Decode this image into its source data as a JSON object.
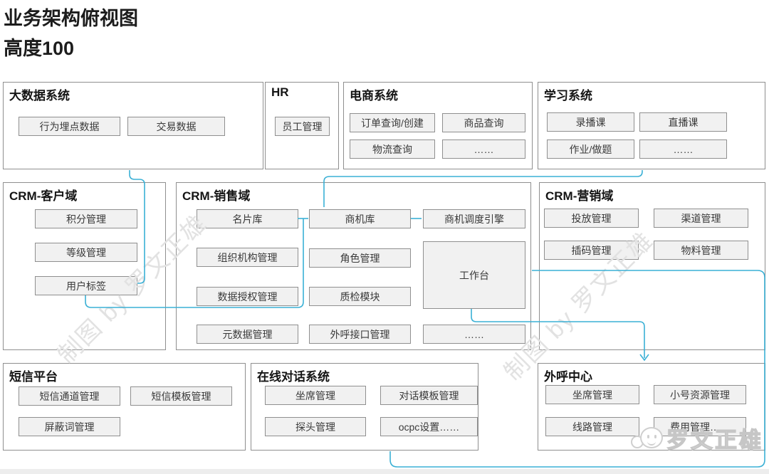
{
  "title": {
    "line1": "业务架构俯视图",
    "line2": "高度100"
  },
  "colors": {
    "connector": "#3ab0d5",
    "container_border": "#8f8f8f",
    "node_fill": "#f1f1f1",
    "watermark": "#e2e2e2"
  },
  "watermark": {
    "text": "制图 by 罗文正雄",
    "logo_text": "罗文正雄"
  },
  "sections": [
    {
      "id": "bigdata",
      "label": "大数据系统",
      "items": [
        "行为埋点数据",
        "交易数据"
      ]
    },
    {
      "id": "hr",
      "label": "HR",
      "items": [
        "员工管理"
      ]
    },
    {
      "id": "ecommerce",
      "label": "电商系统",
      "items": [
        "订单查询/创建",
        "商品查询",
        "物流查询",
        "……"
      ]
    },
    {
      "id": "learning",
      "label": "学习系统",
      "items": [
        "录播课",
        "直播课",
        "作业/做题",
        "……"
      ]
    },
    {
      "id": "crm-customer",
      "label": "CRM-客户域",
      "items": [
        "积分管理",
        "等级管理",
        "用户标签"
      ]
    },
    {
      "id": "crm-sales",
      "label": "CRM-销售域",
      "items": [
        "名片库",
        "组织机构管理",
        "数据授权管理",
        "元数据管理",
        "商机库",
        "角色管理",
        "质检模块",
        "外呼接口管理",
        "商机调度引擎",
        "工作台",
        "……"
      ]
    },
    {
      "id": "crm-marketing",
      "label": "CRM-营销域",
      "items": [
        "投放管理",
        "渠道管理",
        "插码管理",
        "物料管理"
      ]
    },
    {
      "id": "sms",
      "label": "短信平台",
      "items": [
        "短信通道管理",
        "短信模板管理",
        "屏蔽词管理"
      ]
    },
    {
      "id": "chat",
      "label": "在线对话系统",
      "items": [
        "坐席管理",
        "对话模板管理",
        "探头管理",
        "ocpc设置……"
      ]
    },
    {
      "id": "callcenter",
      "label": "外呼中心",
      "items": [
        "坐席管理",
        "小号资源管理",
        "线路管理",
        "费用管理……"
      ]
    }
  ],
  "edges": [
    {
      "from": "大数据系统",
      "to": "用户标签",
      "arrow": false
    },
    {
      "from": "用户标签",
      "to": "商机库",
      "arrow": false
    },
    {
      "from": "名片库",
      "to": "商机库",
      "arrow": false
    },
    {
      "from": "学习系统",
      "to": "商机库",
      "arrow": false
    },
    {
      "from": "商机库",
      "to": "商机调度引擎",
      "arrow": false
    },
    {
      "from": "工作台",
      "to": "外呼中心",
      "arrow": true
    },
    {
      "from": "CRM-销售域",
      "to": "在线对话系统",
      "arrow": false
    }
  ]
}
